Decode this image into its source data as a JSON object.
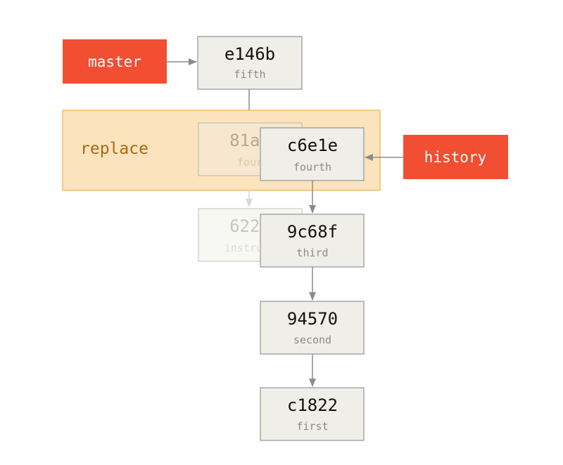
{
  "refs": {
    "master": "master",
    "history": "history",
    "replace": "replace"
  },
  "commits": {
    "e146b": {
      "sha": "e146b",
      "message": "fifth"
    },
    "81a7": {
      "sha": "81a7",
      "message": "four"
    },
    "c6e1e": {
      "sha": "c6e1e",
      "message": "fourth"
    },
    "622e": {
      "sha": "622e",
      "message": "instruct"
    },
    "9c68f": {
      "sha": "9c68f",
      "message": "third"
    },
    "94570": {
      "sha": "94570",
      "message": "second"
    },
    "c1822": {
      "sha": "c1822",
      "message": "first"
    }
  },
  "colors": {
    "branch": "#f14e32",
    "commit_fill": "#efeee8",
    "replace_fill": "#fbe3bd",
    "replace_border": "#f0b45e",
    "replace_text": "#a66a16",
    "edge": "#8c8c89"
  }
}
